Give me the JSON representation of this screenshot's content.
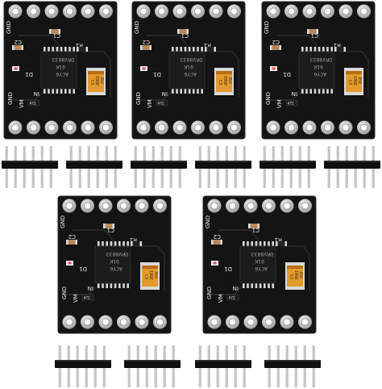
{
  "boards": [
    {
      "id": "board-1",
      "silk": {
        "c1": "C1",
        "c2": "C2",
        "r1": "R1",
        "d1": "D1",
        "in": "IN",
        "gnd": "GND",
        "vm": "VM"
      },
      "chip": {
        "l1": "DRV8833",
        "l2": "91K",
        "l3": "ACY6"
      },
      "cap": {
        "l1": "C3",
        "l2": "106E",
        "l3": "35V"
      },
      "resistor": "472"
    },
    {
      "id": "board-2",
      "silk": {
        "c1": "C1",
        "c2": "C2",
        "r1": "R1",
        "d1": "D1",
        "in": "IN",
        "gnd": "GND",
        "vm": "VM"
      },
      "chip": {
        "l1": "DRV8833",
        "l2": "91K",
        "l3": "ACY6"
      },
      "cap": {
        "l1": "C3",
        "l2": "106E",
        "l3": "35V"
      },
      "resistor": "472"
    },
    {
      "id": "board-3",
      "silk": {
        "c1": "C1",
        "c2": "C2",
        "r1": "R1",
        "d1": "D1",
        "in": "IN",
        "gnd": "GND",
        "vm": "VM"
      },
      "chip": {
        "l1": "DRV8833",
        "l2": "91K",
        "l3": "ACY6"
      },
      "cap": {
        "l1": "C3",
        "l2": "106E",
        "l3": "35V"
      },
      "resistor": "472"
    },
    {
      "id": "board-4",
      "silk": {
        "c1": "C1",
        "c2": "C2",
        "r1": "R1",
        "d1": "D1",
        "in": "IN",
        "gnd": "GND",
        "vm": "VM"
      },
      "chip": {
        "l1": "DRV8833",
        "l2": "91K",
        "l3": "ACY6"
      },
      "cap": {
        "l1": "C3",
        "l2": "106E",
        "l3": "35V"
      },
      "resistor": "472"
    },
    {
      "id": "board-5",
      "silk": {
        "c1": "C1",
        "c2": "C2",
        "r1": "R1",
        "d1": "D1",
        "in": "IN",
        "gnd": "GND",
        "vm": "VM"
      },
      "chip": {
        "l1": "DRV8833",
        "l2": "91K",
        "l3": "ACY6"
      },
      "cap": {
        "l1": "C3",
        "l2": "106E",
        "l3": "35V"
      },
      "resistor": "472"
    }
  ],
  "header_pins": {
    "count_per_strip": 6,
    "strips": 10
  },
  "colors": {
    "pcb": "#141414",
    "pcb_edge": "#2a2a2a",
    "pad_silver": "#c9c9c9",
    "silk": "#e8e8e8",
    "chip": "#1c1c1c",
    "tantalum": "#e39a2d",
    "smd_cap": "#b8875a",
    "pin_metal": "#bdbdbd",
    "pin_plastic": "#101010"
  }
}
